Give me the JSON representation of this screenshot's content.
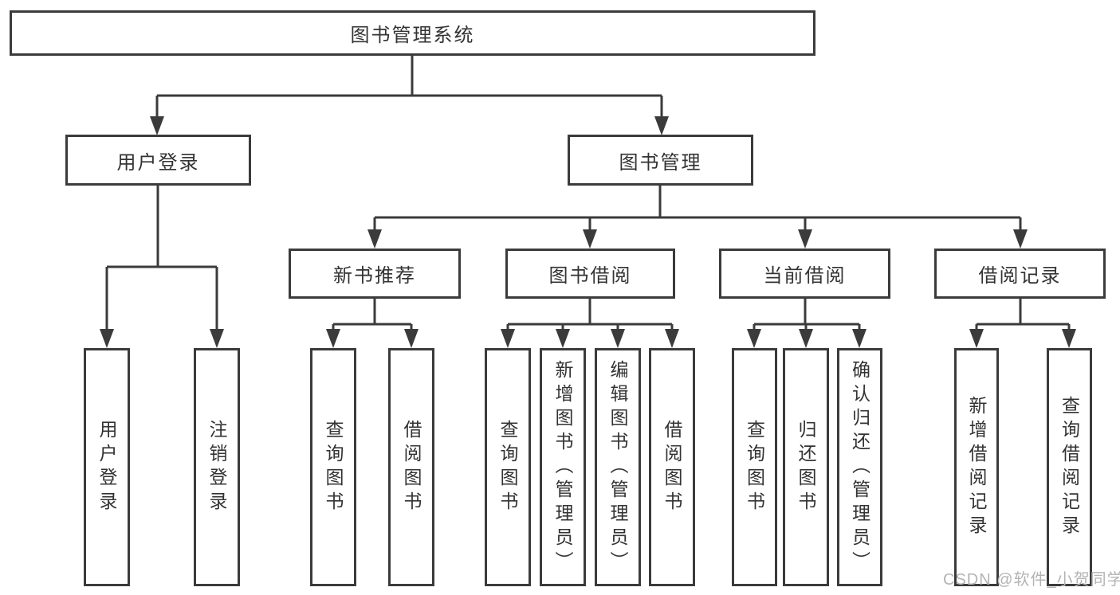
{
  "colors": {
    "background": "#ffffff",
    "line": "#3b3b3b",
    "box_border": "#3b3b3b",
    "box_fill": "#ffffff",
    "text": "#333333",
    "watermark": "#b4b4b4"
  },
  "diagram": {
    "type": "hierarchy-tree",
    "root": {
      "label": "图书管理系统"
    },
    "branches": [
      {
        "label": "用户登录",
        "children": [
          {
            "label": "用户登录"
          },
          {
            "label": "注销登录"
          }
        ]
      },
      {
        "label": "图书管理",
        "children": [
          {
            "label": "新书推荐",
            "children": [
              {
                "label": "查询图书"
              },
              {
                "label": "借阅图书"
              }
            ]
          },
          {
            "label": "图书借阅",
            "children": [
              {
                "label": "查询图书"
              },
              {
                "label": "新增图书（管理员）"
              },
              {
                "label": "编辑图书（管理员）"
              },
              {
                "label": "借阅图书"
              }
            ]
          },
          {
            "label": "当前借阅",
            "children": [
              {
                "label": "查询图书"
              },
              {
                "label": "归还图书"
              },
              {
                "label": "确认归还（管理员）"
              }
            ]
          },
          {
            "label": "借阅记录",
            "children": [
              {
                "label": "新增借阅记录"
              },
              {
                "label": "查询借阅记录"
              }
            ]
          }
        ]
      }
    ]
  },
  "watermark": {
    "text": "CSDN @软件_小贺同学"
  }
}
